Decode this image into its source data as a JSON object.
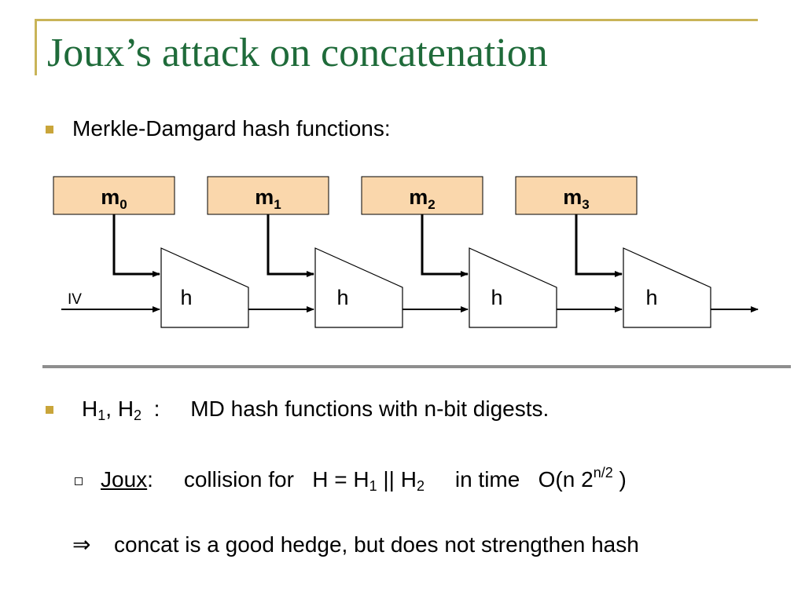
{
  "slide": {
    "title": "Joux’s attack on concatenation",
    "bullet1": "Merkle-Damgard hash functions:",
    "bullet2": {
      "h1": "H",
      "h1_sub": "1",
      "comma": ", ",
      "h2": "H",
      "h2_sub": "2",
      "colon": "  :     ",
      "desc": "MD  hash functions with n-bit digests."
    },
    "sub_bullet": {
      "joux": "Joux",
      "colon": ":     ",
      "text": "collision for   H = H",
      "sub1": "1",
      "mid": " || H",
      "sub2": "2",
      "time": "     in time   O(n 2",
      "sup": "n/2",
      "close": " )"
    },
    "implies": {
      "symbol": "⇒",
      "text": "concat is a good hedge, but does not strengthen hash"
    }
  },
  "diagram": {
    "iv_label": "IV",
    "blocks": [
      {
        "label": "m",
        "sub": "0"
      },
      {
        "label": "m",
        "sub": "1"
      },
      {
        "label": "m",
        "sub": "2"
      },
      {
        "label": "m",
        "sub": "3"
      }
    ],
    "function_label": "h",
    "colors": {
      "block_fill": "#fad7ac",
      "stroke": "#000000",
      "bullet": "#c9a53a",
      "title": "#1f6b3a"
    }
  }
}
